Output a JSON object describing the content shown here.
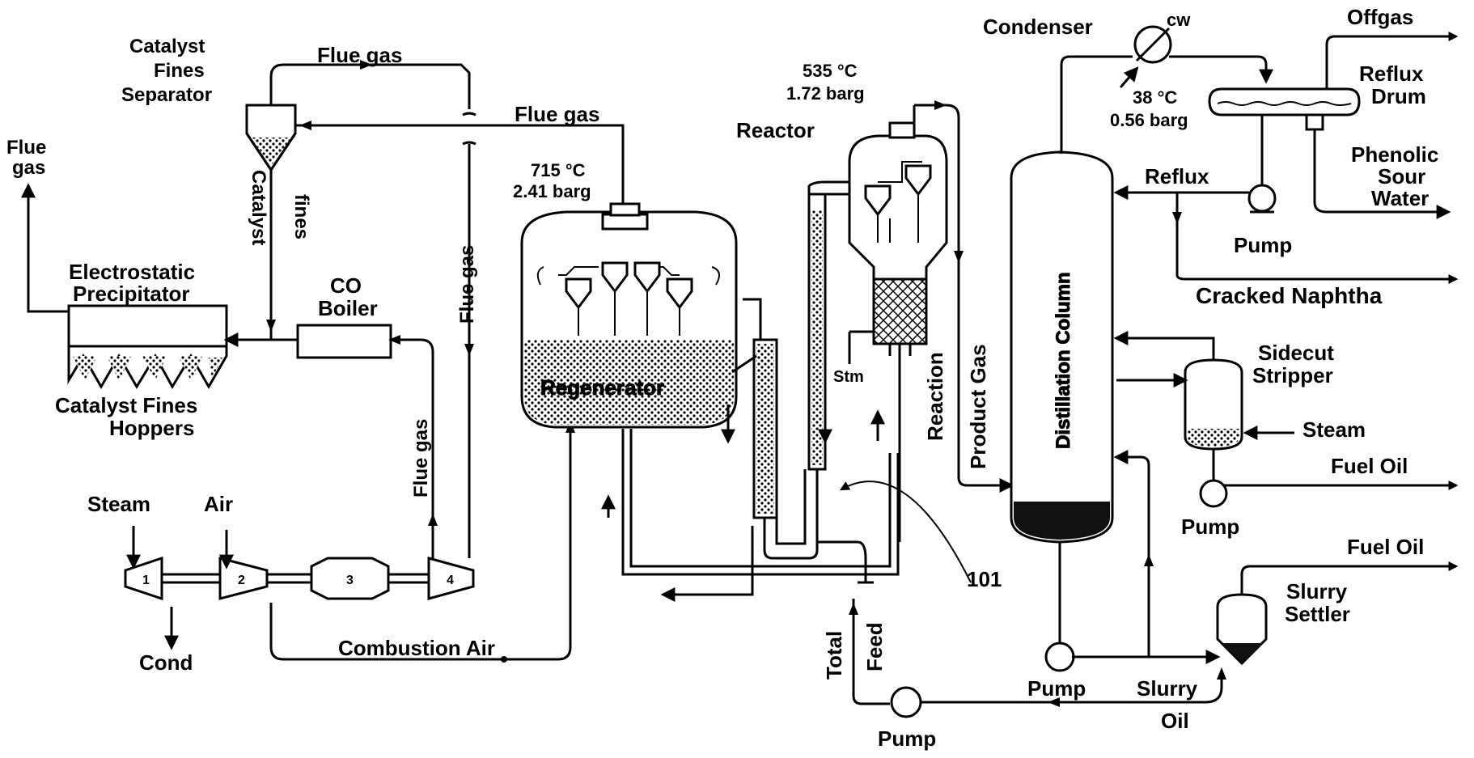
{
  "figure_ref": "101",
  "labels": {
    "flue_gas_top": "Flue gas",
    "flue_gas_mid": "Flue gas",
    "flue_gas_left_line1": "Flue",
    "flue_gas_left_line2": "gas",
    "flue_gas_vertical": "Flue gas",
    "flue_gas_lower_vertical": "Flue gas",
    "catalyst_fines_sep_line1": "Catalyst",
    "catalyst_fines_sep_line2": "Fines",
    "catalyst_fines_sep_line3": "Separator",
    "catalyst_vertical": "Catalyst",
    "fines_vertical": "fines",
    "esp_line1": "Electrostatic",
    "esp_line2": "Precipitator",
    "hoppers_line1": "Catalyst  Fines",
    "hoppers_line2": "Hoppers",
    "co_boiler_line1": "CO",
    "co_boiler_line2": "Boiler",
    "steam_left": "Steam",
    "air": "Air",
    "cond": "Cond",
    "combustion_air": "Combustion Air",
    "regen_temp": "715 °C",
    "regen_press": "2.41 barg",
    "regenerator": "Regenerator",
    "reactor_temp": "535 °C",
    "reactor_press": "1.72 barg",
    "reactor": "Reactor",
    "stm": "Stm",
    "total": "Total",
    "feed": "Feed",
    "pump_feed": "Pump",
    "reaction": "Reaction",
    "product_gas": "Product Gas",
    "condenser": "Condenser",
    "cw": "cw",
    "overhead_temp": "38 °C",
    "overhead_press": "0.56 barg",
    "offgas": "Offgas",
    "reflux_drum_line1": "Reflux",
    "reflux_drum_line2": "Drum",
    "phenolic_line1": "Phenolic",
    "phenolic_line2": "Sour",
    "phenolic_line3": "Water",
    "reflux": "Reflux",
    "pump_reflux": "Pump",
    "cracked_naphtha": "Cracked Naphtha",
    "distillation_column": "Distillation Column",
    "sidecut_line1": "Sidecut",
    "sidecut_line2": "Stripper",
    "steam_right": "Steam",
    "fuel_oil_upper": "Fuel Oil",
    "pump_sidecut": "Pump",
    "fuel_oil_lower": "Fuel Oil",
    "slurry_settler_line1": "Slurry",
    "slurry_settler_line2": "Settler",
    "pump_bottoms": "Pump",
    "slurry_oil_line1": "Slurry",
    "slurry_oil_line2": "Oil"
  },
  "machine_stage_labels": [
    "1",
    "2",
    "3",
    "4"
  ],
  "colors": {
    "ink": "#000000",
    "paper": "#ffffff",
    "slurry": "#111111"
  }
}
